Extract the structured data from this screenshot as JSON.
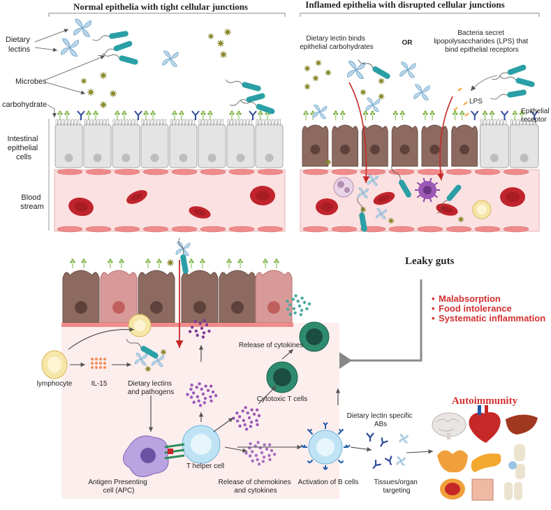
{
  "headers": {
    "normal": "Normal epithelia with tight cellular  junctions",
    "inflamed": "Inflamed epithelia with disrupted cellular  junctions"
  },
  "left_labels": {
    "dietary_lectins_1": "Dietary",
    "dietary_lectins_2": "lectins",
    "microbes": "Microbes",
    "carbohydrate": "carbohydrate",
    "intestinal_1": "Intestinal",
    "intestinal_2": "epithelial",
    "intestinal_3": "cells",
    "blood_1": "Blood",
    "blood_2": "stream"
  },
  "inflamed_panel": {
    "lectin_binds_1": "Dietary lectin binds",
    "lectin_binds_2": "epithelial carbohydrates",
    "or": "OR",
    "bacteria_1": "Bacteria secret",
    "bacteria_2": "lipopolysaccharides (LPS) that",
    "bacteria_3": "bind epithelial receptors",
    "lps": "LPS",
    "receptor_1": "Epithelial",
    "receptor_2": "receptor"
  },
  "leaky": {
    "title": "Leaky guts",
    "items": [
      "Malabsorption",
      "Food intolerance",
      "Systematic inflammation"
    ]
  },
  "lower": {
    "release_cytokines": "Release of cytokines",
    "lymphocyte": "lymphocyte",
    "il15": "IL-15",
    "dietary_pathogens_1": "Dietary lectins",
    "dietary_pathogens_2": "and pathogens",
    "cytotoxic": "Cytotoxic T cells",
    "lectin_abs_1": "Dietary lectin specific",
    "lectin_abs_2": "ABs",
    "autoimmunity": "Autoimmunity",
    "t_helper": "T helper cell",
    "apc_1": "Antigen Presenting",
    "apc_2": "cell (APC)",
    "chemokines_1": "Release of chemokines",
    "chemokines_2": "and cytokines",
    "b_cells": "Activation of B cells",
    "tissues_1": "Tissues/organ",
    "tissues_2": "targeting"
  },
  "colors": {
    "red_accent": "#d32f2f",
    "bacteria": "#2aa0a6",
    "microbe": "#8a8a2a",
    "epithelial": "#e4e4e4",
    "inflamed_cell": "#8c6a60",
    "blood": "#fbe1e1",
    "rbc": "#c0242c",
    "lectin": "#b9d7ea"
  }
}
